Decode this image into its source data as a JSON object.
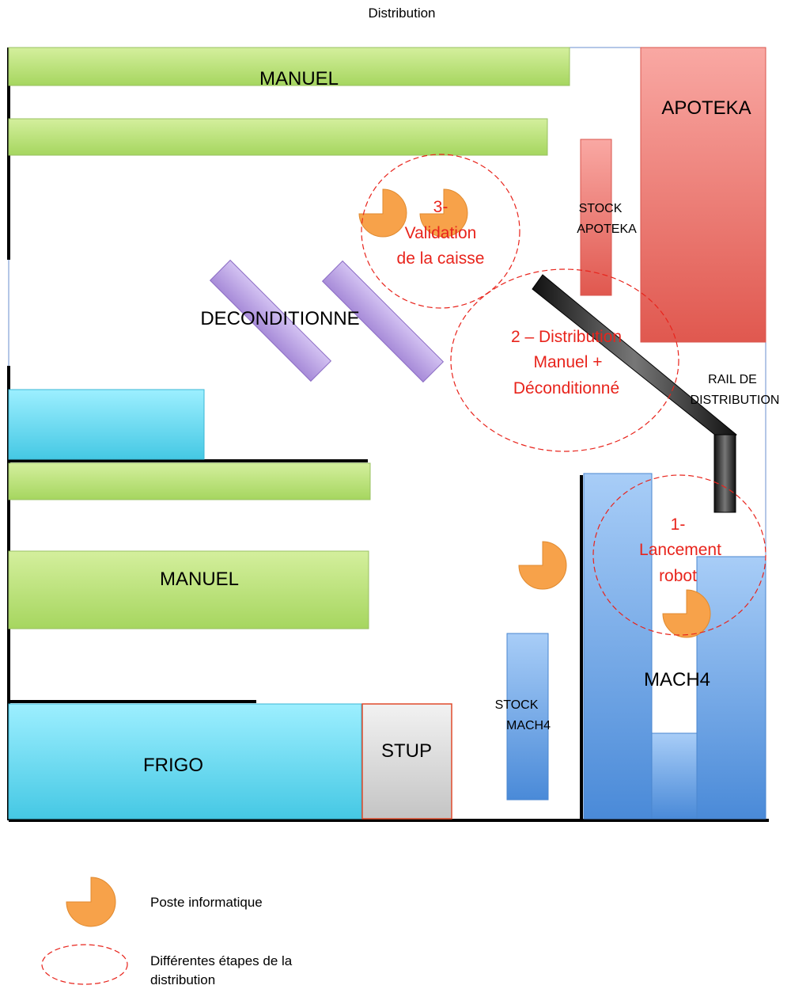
{
  "title": "Distribution",
  "zones": {
    "manuel_top": "MANUEL",
    "apoteka": "APOTEKA",
    "stock_apoteka_line1": "STOCK",
    "stock_apoteka_line2": "APOTEKA",
    "deconditionne": "DECONDITIONNE",
    "rail_line1": "RAIL DE",
    "rail_line2": "DISTRIBUTION",
    "manuel_bottom": "MANUEL",
    "frigo": "FRIGO",
    "stup": "STUP",
    "stock_mach4_line1": "STOCK",
    "stock_mach4_line2": "MACH4",
    "mach4": "MACH4"
  },
  "steps": {
    "step3_line1": "3-",
    "step3_line2": "Validation",
    "step3_line3": "de la caisse",
    "step2_line1": "2 – Distribution",
    "step2_line2": "Manuel +",
    "step2_line3": "Déconditionné",
    "step1_line1": "1-",
    "step1_line2": "Lancement",
    "step1_line3": "robot"
  },
  "legend": {
    "poste": "Poste informatique",
    "etapes_line1": "Différentes étapes de la",
    "etapes_line2": "distribution"
  },
  "colors": {
    "manuel_green": "#b7e07a",
    "apoteka_red": "#f08a86",
    "deconditionne_purple": "#b49be0",
    "frigo_cyan": "#5fd3ea",
    "mach4_blue": "#7aaee8",
    "stup_grey": "#dcdcdc",
    "poste_orange": "#f7a24a",
    "step_red": "#e8241c"
  }
}
